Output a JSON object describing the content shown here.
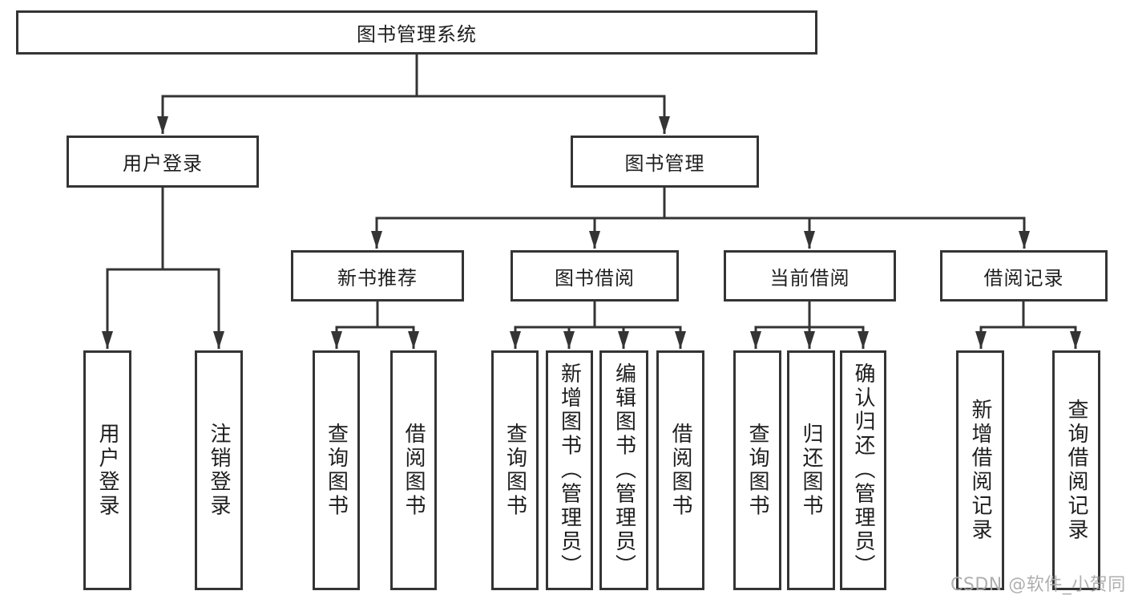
{
  "diagram": {
    "title": "图书管理系统",
    "level2": {
      "user_login": "用户登录",
      "book_management": "图书管理"
    },
    "level3": {
      "new_book_recommend": "新书推荐",
      "book_borrow": "图书借阅",
      "current_borrow": "当前借阅",
      "borrow_records": "借阅记录"
    },
    "leaves": {
      "user_login": [
        "用户登录",
        "注销登录"
      ],
      "new_book_recommend": [
        "查询图书",
        "借阅图书"
      ],
      "book_borrow": [
        "查询图书",
        "新增图书（管理员）",
        "编辑图书（管理员）",
        "借阅图书"
      ],
      "current_borrow": [
        "查询图书",
        "归还图书",
        "确认归还（管理员）"
      ],
      "borrow_records": [
        "新增借阅记录",
        "查询借阅记录"
      ]
    },
    "colors": {
      "line": "#343434",
      "text": "#1e1e1e",
      "background": "#ffffff",
      "watermark": "#a8a8a8"
    }
  },
  "watermark": "CSDN @软件_小贺同学"
}
